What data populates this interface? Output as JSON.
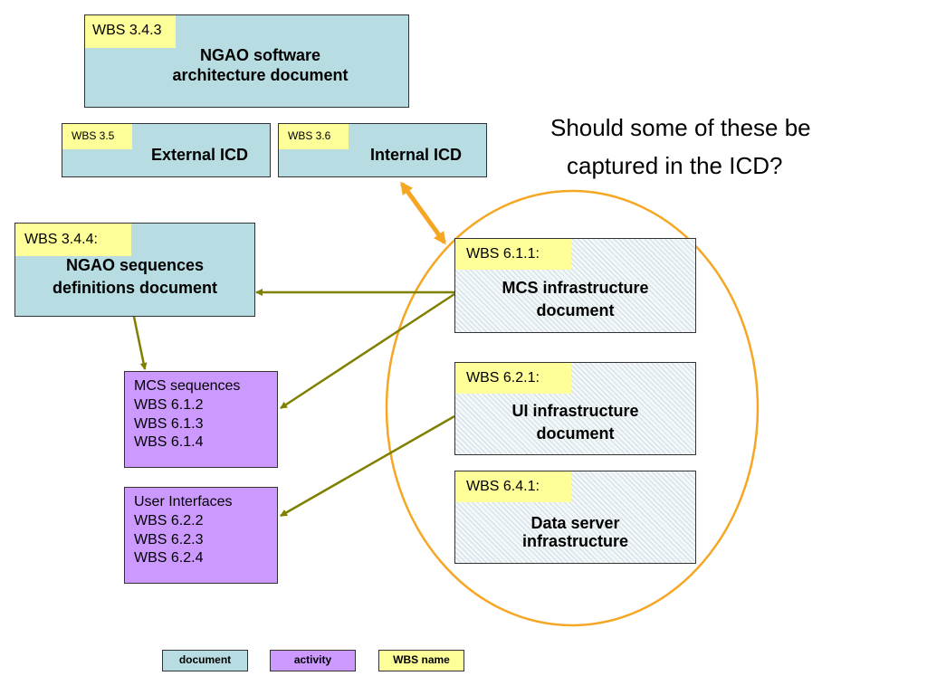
{
  "top_doc": {
    "tag": "WBS 3.4.3",
    "title_line1": "NGAO software",
    "title_line2": "architecture document"
  },
  "ext_icd": {
    "tag": "WBS 3.5",
    "title": "External ICD"
  },
  "int_icd": {
    "tag": "WBS 3.6",
    "title": "Internal ICD"
  },
  "question": {
    "line1": "Should some of these be",
    "line2": "captured in the ICD?"
  },
  "seq_doc": {
    "tag": "WBS 3.4.4:",
    "title_line1": "NGAO sequences",
    "title_line2": "definitions document"
  },
  "mcs_activity": {
    "lines": [
      "MCS sequences",
      "WBS 6.1.2",
      "WBS 6.1.3",
      "WBS 6.1.4"
    ]
  },
  "ui_activity": {
    "lines": [
      "User Interfaces",
      "WBS 6.2.2",
      "WBS 6.2.3",
      "WBS 6.2.4"
    ]
  },
  "mcs_infra": {
    "tag": "WBS 6.1.1:",
    "title_line1": "MCS infrastructure",
    "title_line2": "document"
  },
  "ui_infra": {
    "tag": "WBS 6.2.1:",
    "title_line1": "UI infrastructure",
    "title_line2": "document"
  },
  "data_infra": {
    "tag": "WBS 6.4.1:",
    "title_line1": "Data server",
    "title_line2": "infrastructure"
  },
  "legend": {
    "document": "document",
    "activity": "activity",
    "wbs_name": "WBS name"
  },
  "colors": {
    "document": "#b7dde2",
    "activity": "#cc99ff",
    "wbs_name": "#ffff99",
    "arrow": "#7f7f00",
    "highlight": "#f5a623"
  }
}
